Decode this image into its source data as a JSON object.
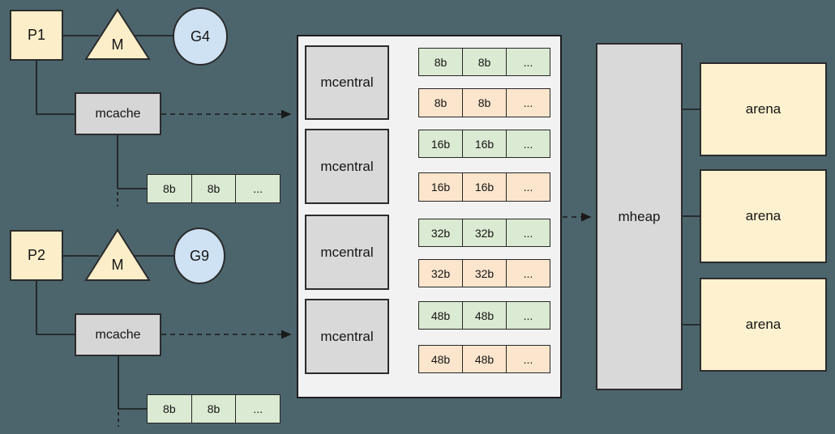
{
  "diagram_title": "go-memory-allocator-diagram",
  "colors": {
    "background": "#4c656d",
    "processor_fill": "#fbeec8",
    "goroutine_fill": "#cfe2f3",
    "cache_fill": "#d6d6d6",
    "central_fill": "#d9d9d9",
    "panel_fill": "#f2f2f2",
    "span_nonempty_fill": "#dbead2",
    "span_empty_fill": "#fce5cd",
    "arena_fill": "#fdf1cf",
    "stroke": "#2b2b2b"
  },
  "groups": {
    "top": {
      "p": "P1",
      "m": "M",
      "g": "G4",
      "mcache": "mcache",
      "cells": [
        "8b",
        "8b",
        "..."
      ]
    },
    "bottom": {
      "p": "P2",
      "m": "M",
      "g": "G9",
      "mcache": "mcache",
      "cells": [
        "8b",
        "8b",
        "..."
      ]
    }
  },
  "central": {
    "units": [
      {
        "label": "mcentral",
        "nonempty": [
          "8b",
          "8b",
          "..."
        ],
        "empty": [
          "8b",
          "8b",
          "..."
        ]
      },
      {
        "label": "mcentral",
        "nonempty": [
          "16b",
          "16b",
          "..."
        ],
        "empty": [
          "16b",
          "16b",
          "..."
        ]
      },
      {
        "label": "mcentral",
        "nonempty": [
          "32b",
          "32b",
          "..."
        ],
        "empty": [
          "32b",
          "32b",
          "..."
        ]
      },
      {
        "label": "mcentral",
        "nonempty": [
          "48b",
          "48b",
          "..."
        ],
        "empty": [
          "48b",
          "48b",
          "..."
        ]
      }
    ]
  },
  "heap": {
    "label": "mheap"
  },
  "arenas": [
    {
      "label": "arena"
    },
    {
      "label": "arena"
    },
    {
      "label": "arena"
    }
  ]
}
